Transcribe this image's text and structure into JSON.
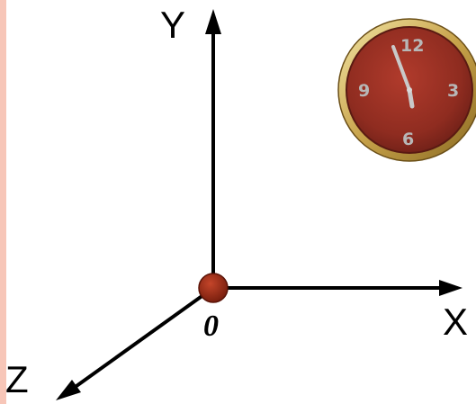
{
  "axes": {
    "y_label": "Y",
    "x_label": "X",
    "z_label": "Z",
    "origin_label": "0"
  },
  "clock": {
    "numerals": {
      "twelve": "12",
      "three": "3",
      "six": "6",
      "nine": "9"
    }
  },
  "colors": {
    "axis": "#000000",
    "origin_dot": "#9b2b14",
    "clock_face": "#8f2c20",
    "clock_rim": "#c7a24a",
    "left_strip": "#f7c6b8"
  }
}
